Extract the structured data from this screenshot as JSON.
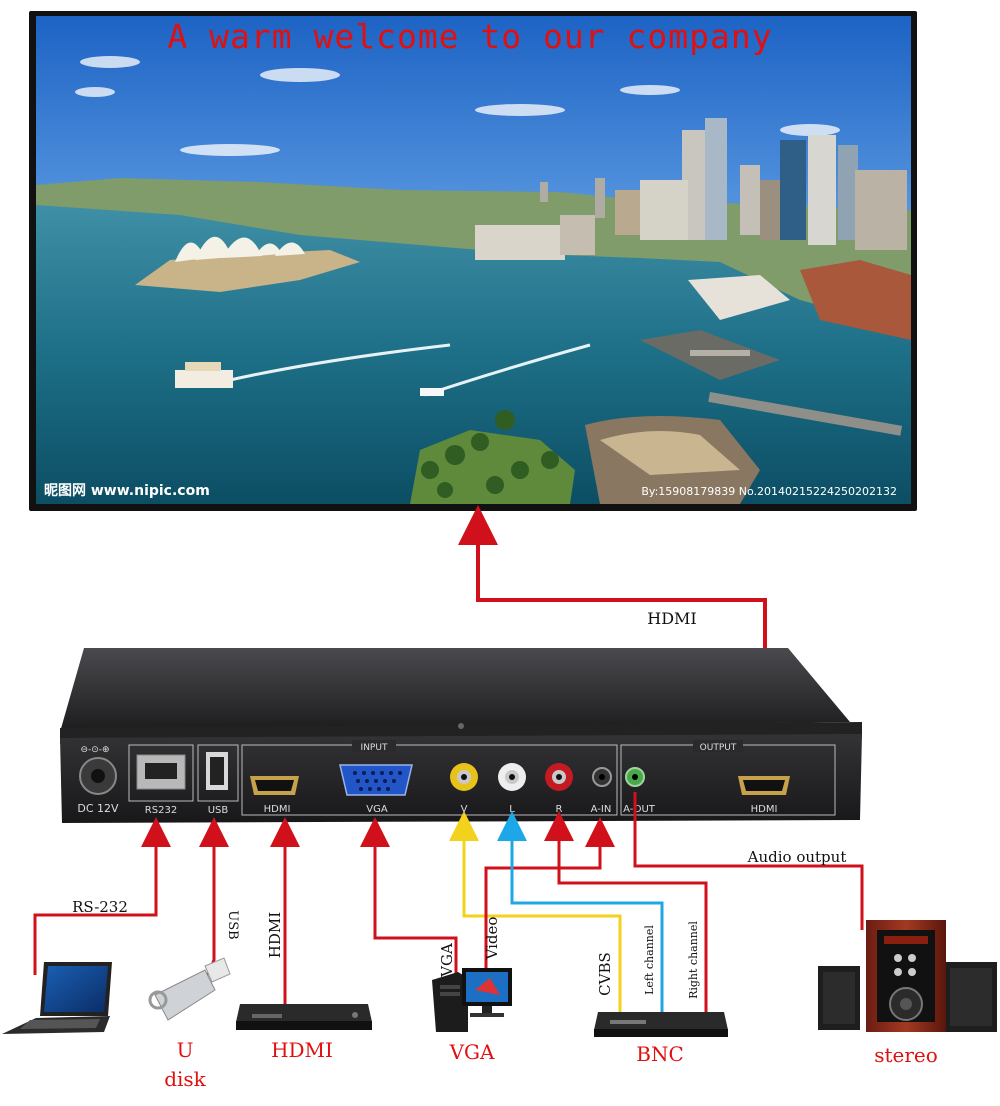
{
  "screen": {
    "headline": "A warm welcome to our company",
    "watermark_left": "昵图网 www.nipic.com",
    "watermark_right": "By:15908179839 No.20140215224250202132"
  },
  "device": {
    "power_label": "DC 12V",
    "ports": {
      "rs232": "RS232",
      "usb": "USB",
      "hdmi_in": "HDMI",
      "vga": "VGA",
      "video": "V",
      "audio_l": "L",
      "audio_r": "R",
      "audio_in": "A-IN",
      "audio_out": "A-OUT",
      "hdmi_out": "HDMI"
    },
    "input_group": "INPUT",
    "output_group": "OUTPUT"
  },
  "connections": {
    "hdmi_out": "HDMI",
    "audio_output": "Audio output",
    "rs232": "RS-232",
    "usb": "USB",
    "hdmi_in": "HDMI",
    "vga": "VGA",
    "video": "Video",
    "cvbs": "CVBS",
    "left_channel": "Left channel",
    "right_channel": "Right channel"
  },
  "sources": {
    "u_disk_line1": "U",
    "u_disk_line2": "disk",
    "hdmi": "HDMI",
    "vga": "VGA",
    "bnc": "BNC",
    "stereo": "stereo"
  },
  "colors": {
    "cable_red": "#d0101a",
    "cable_yellow": "#f3d21b",
    "cable_blue": "#1ea7e6",
    "label_red": "#e01010",
    "box_dark": "#2b2b2d"
  }
}
